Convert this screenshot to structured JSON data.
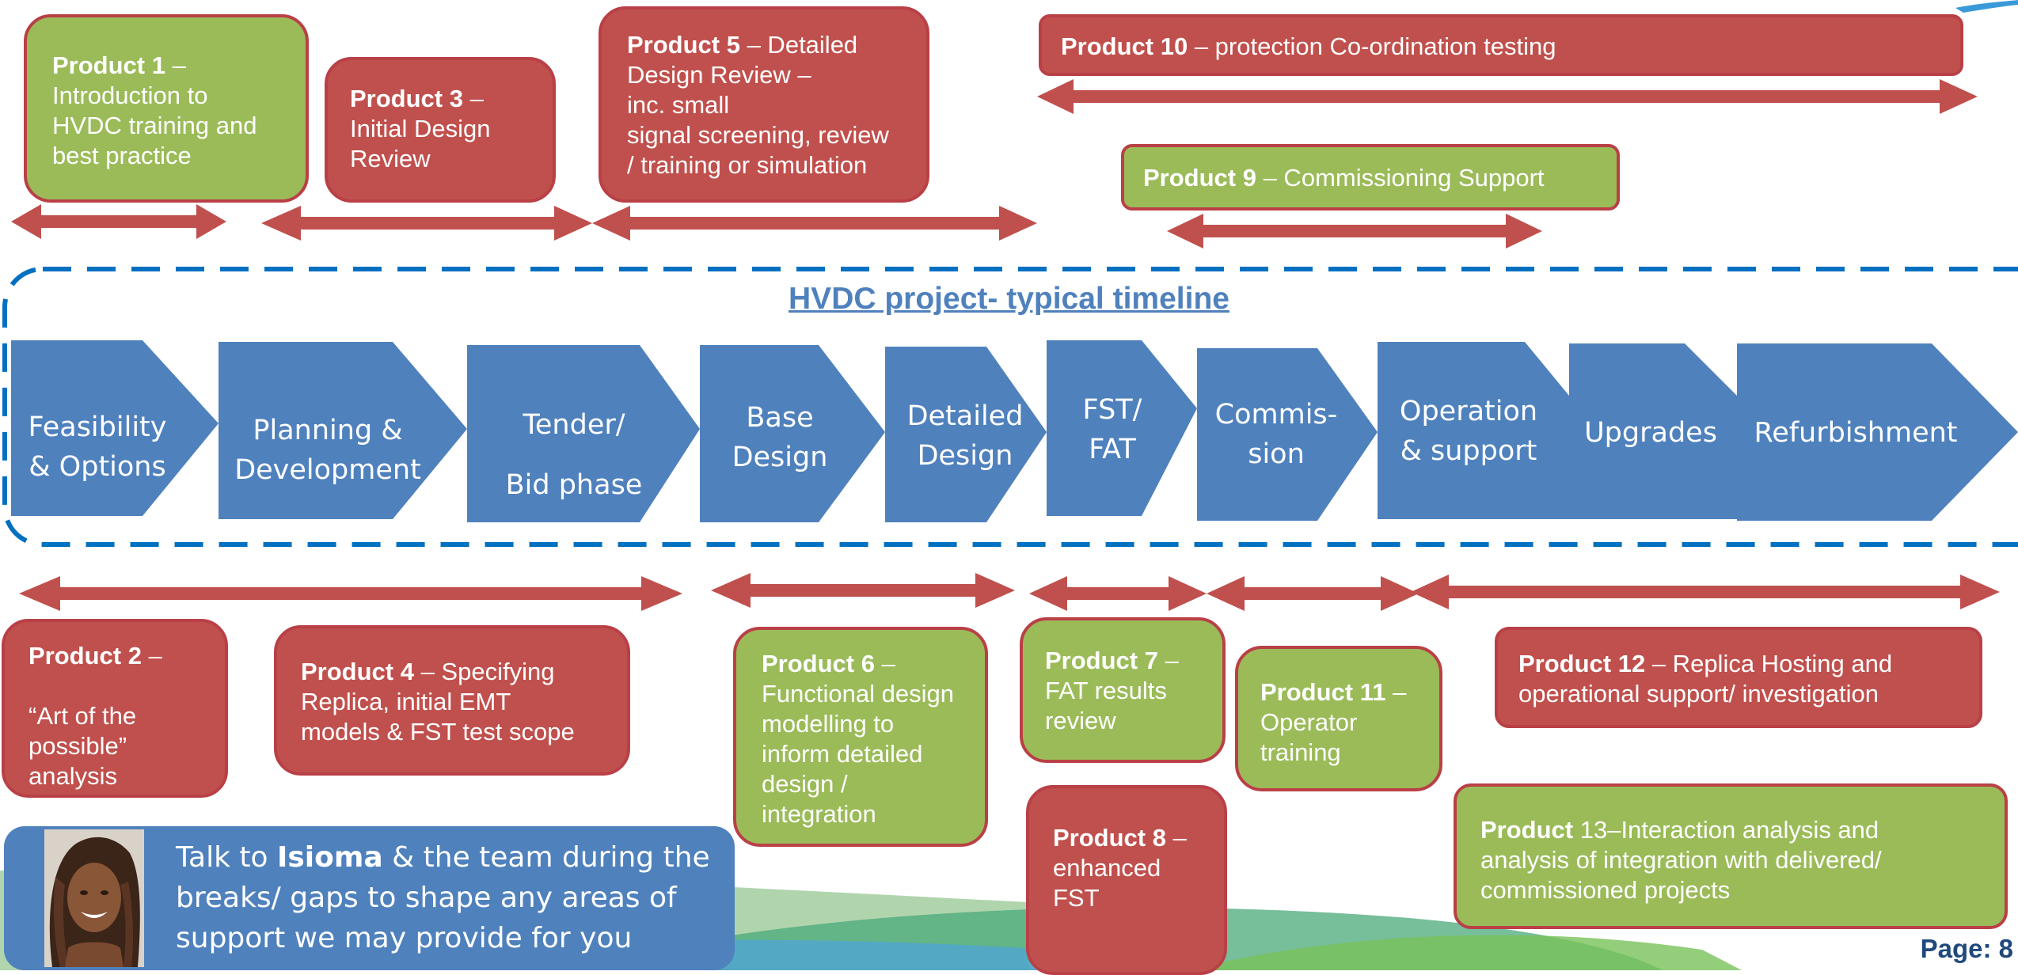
{
  "title": "HVDC project- typical timeline",
  "phases": [
    {
      "line1": "Feasibility",
      "line2": "& Options"
    },
    {
      "line1": "Planning &",
      "line2": "Development"
    },
    {
      "line1": "Tender/",
      "line2": "Bid phase"
    },
    {
      "line1": "Base",
      "line2": "Design"
    },
    {
      "line1": "Detailed",
      "line2": "Design"
    },
    {
      "line1": "FST/",
      "line2": "FAT"
    },
    {
      "line1": "Commis-",
      "line2": "sion"
    },
    {
      "line1": "Operation",
      "line2": "& support"
    },
    {
      "line1": "Upgrades",
      "line2": ""
    },
    {
      "line1": "Refurbishment",
      "line2": ""
    }
  ],
  "products": {
    "p1": {
      "name": "Product 1",
      "text": " –\nIntroduction to\nHVDC training and\nbest practice"
    },
    "p2": {
      "name": "Product 2",
      "text": " –\n\n“Art of the\npossible”\nanalysis"
    },
    "p3": {
      "name": "Product 3",
      "text": " –\nInitial Design\nReview"
    },
    "p4": {
      "name": "Product 4",
      "text": " – Specifying\nReplica,  initial EMT\nmodels & FST test scope"
    },
    "p5": {
      "name": "Product 5",
      "text": " –  Detailed\nDesign Review –\ninc. small\nsignal screening, review\n/ training or simulation"
    },
    "p6": {
      "name": "Product 6",
      "text": "  –\nFunctional design\nmodelling  to\ninform detailed\ndesign /\nintegration"
    },
    "p7": {
      "name": "Product 7",
      "text": "  –\nFAT results\nreview"
    },
    "p8": {
      "name": "Product 8",
      "text": "  –\nenhanced\nFST"
    },
    "p9": {
      "name": "Product 9",
      "text": " – Commissioning Support"
    },
    "p10": {
      "name": "Product 10",
      "text": " – protection Co-ordination testing"
    },
    "p11": {
      "name": "Product 11",
      "text": " –\nOperator\ntraining"
    },
    "p12": {
      "name": "Product 12",
      "text": " – Replica Hosting and\noperational support/ investigation"
    },
    "p13": {
      "name": "Product",
      "text": " 13–Interaction analysis and\nanalysis of integration with delivered/\ncommissioned projects"
    }
  },
  "talk": {
    "pre": "Talk to ",
    "name": "Isioma",
    "post": " & the team during the\nbreaks/ gaps to shape any areas of\nsupport we may provide for you"
  },
  "page_label": "Page: 8",
  "colors": {
    "red": "#c0504d",
    "green": "#9bbb59",
    "blue": "#4f81bd",
    "dashed_border": "#0070c0",
    "arrow": "#c0504d"
  }
}
